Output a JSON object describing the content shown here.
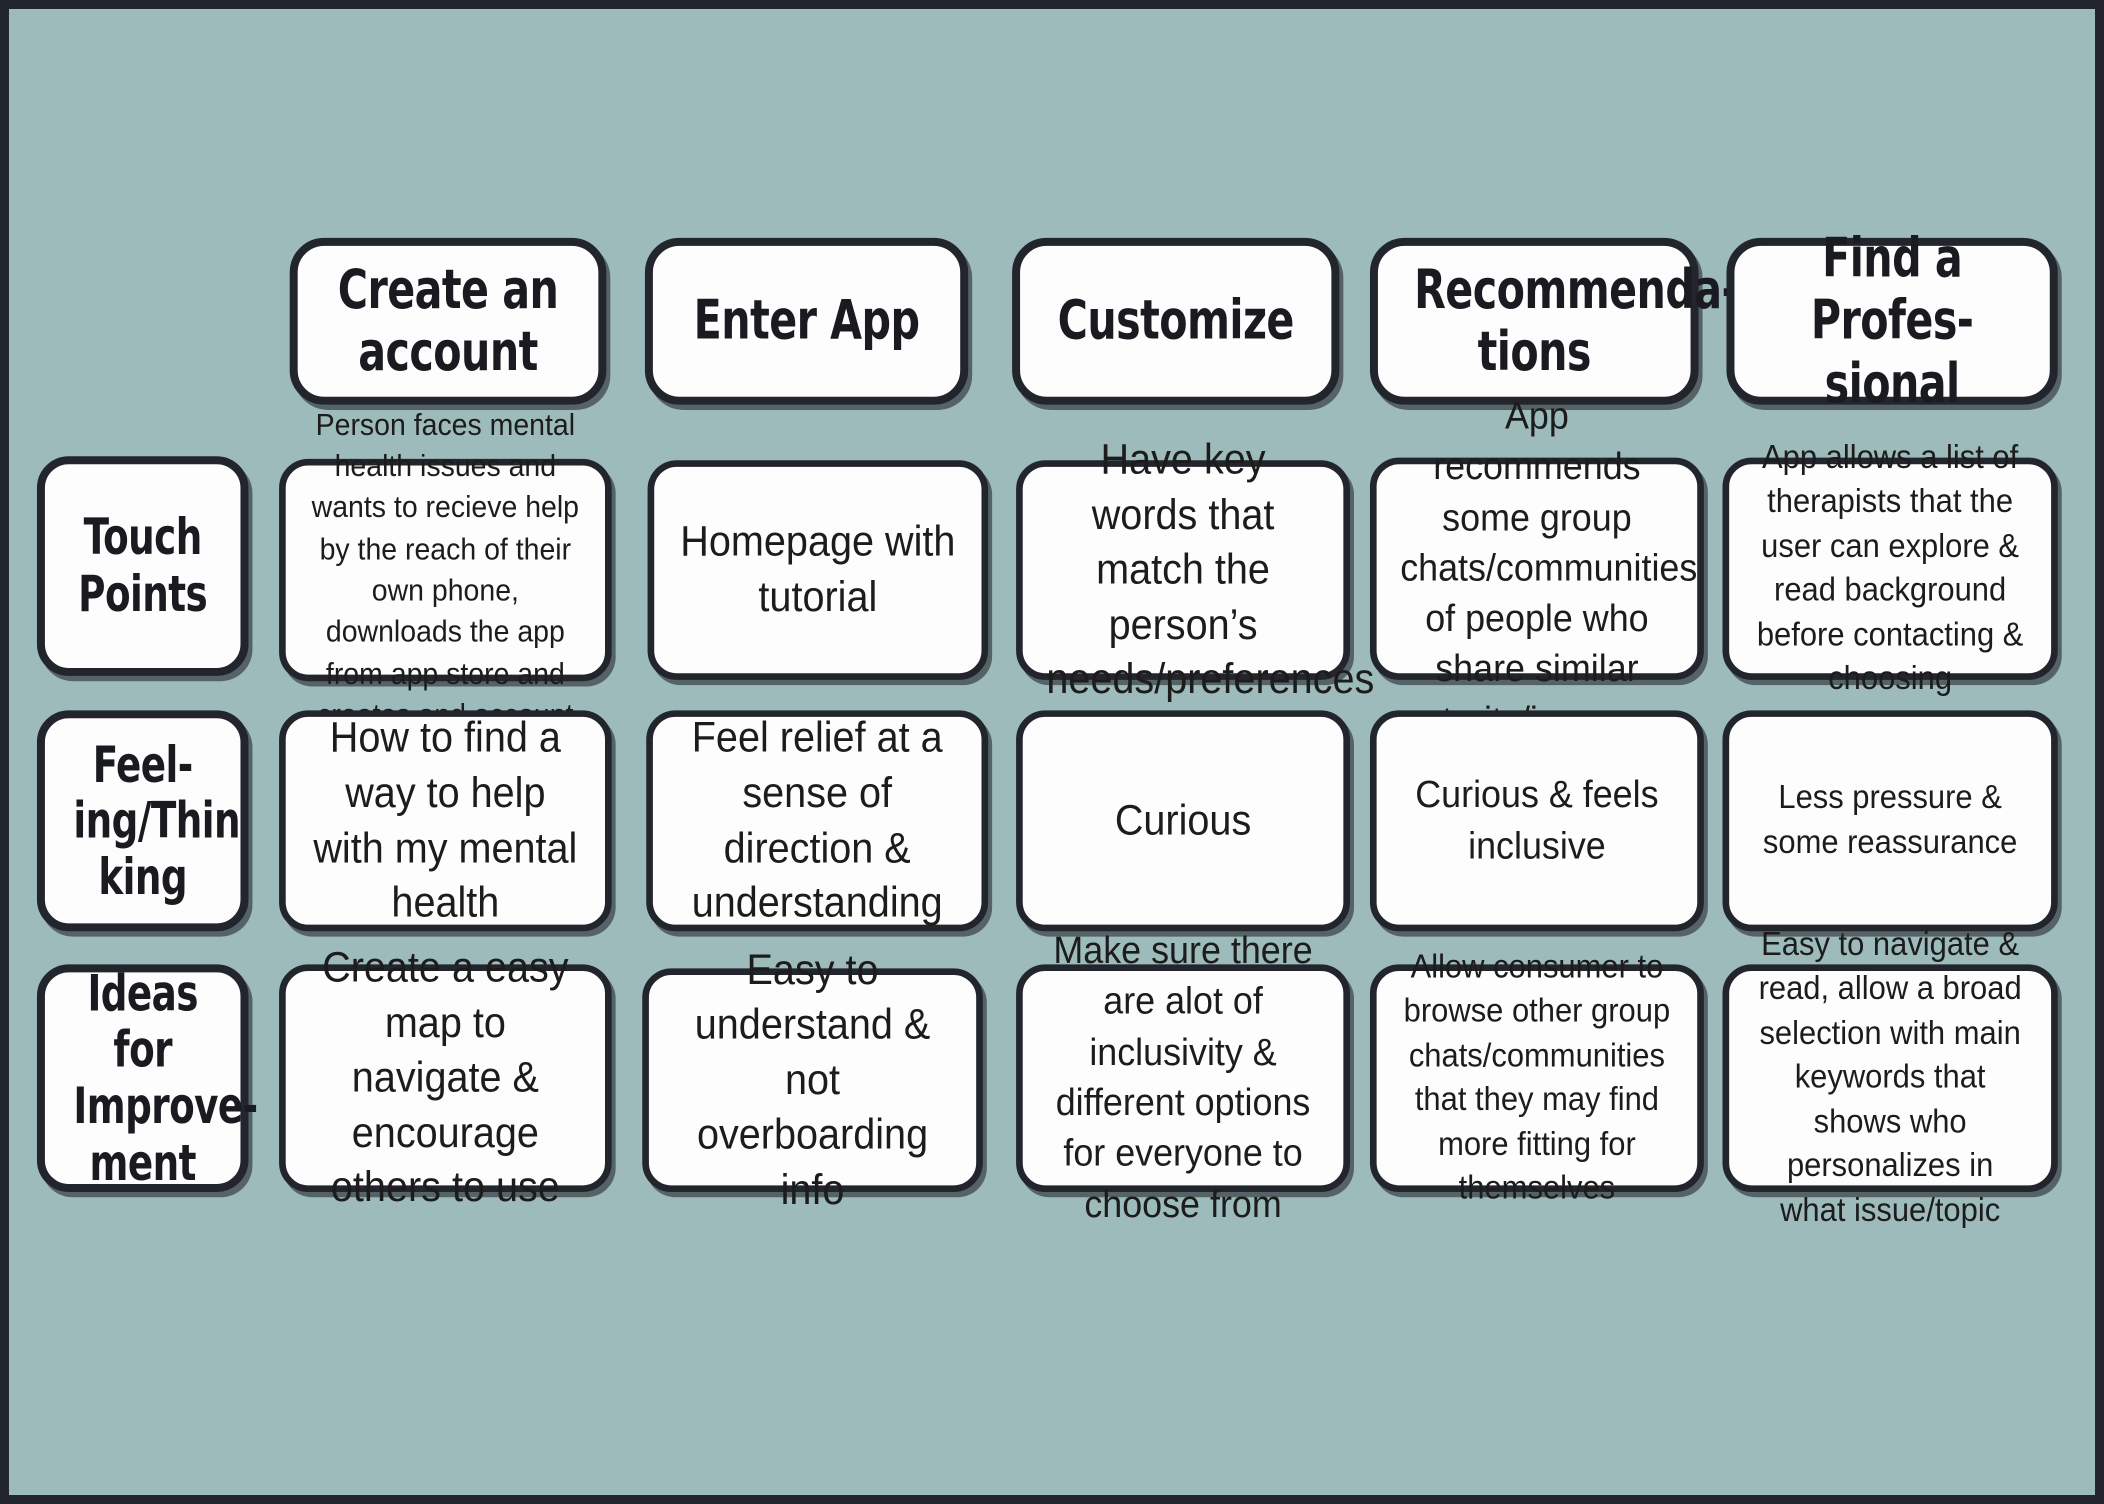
{
  "board": {
    "background_color": "#9dbbbb",
    "frame_color": "#22252c",
    "card_fill": "#fdfdfd",
    "card_border": "#22252c"
  },
  "stages": [
    {
      "label": "Create an account"
    },
    {
      "label": "Enter App"
    },
    {
      "label": "Customize"
    },
    {
      "label": "Recommenda-tions"
    },
    {
      "label": "Find a Profes-sional"
    }
  ],
  "rows": [
    {
      "label": "Touch Points",
      "cells": [
        "Person faces mental health issues and wants to recieve help by the reach of their own phone, downloads the app from app store and creates and account",
        "Homepage with tutorial",
        "Have key words that match the person’s needs/preferences",
        "App recommends some group chats/communities of people who share similar traits/issues",
        "App allows a list of therapists that the user can explore & read background before contacting & choosing"
      ]
    },
    {
      "label": "Feel-ing/Thin king",
      "cells": [
        "How to find a way to help with my mental health",
        "Feel relief at a sense of direction & understanding",
        "Curious",
        "Curious & feels inclusive",
        "Less pressure & some reassurance"
      ]
    },
    {
      "label": "Ideas for Improve-ment",
      "cells": [
        "Create a easy map to navigate & encourage others to use",
        "Easy to understand & not overboarding info",
        "Make sure there are alot of inclusivity & different options for everyone to choose from",
        "Allow consumer to browse other group chats/communities that they may find more fitting for themselves",
        "Easy to navigate & read, allow a broad selection with main keywords that shows who personalizes in what issue/topic"
      ]
    }
  ]
}
